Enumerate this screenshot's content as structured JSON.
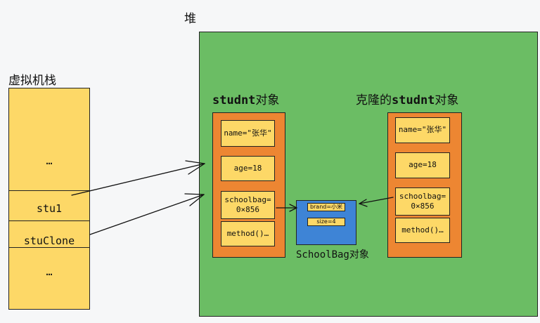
{
  "heap": {
    "title": "堆"
  },
  "stack": {
    "title": "虚拟机栈",
    "slots": [
      "…",
      "stu1",
      "stuClone",
      "…"
    ]
  },
  "student": {
    "title_code": "studnt",
    "title_suffix": "对象",
    "fields": [
      "name=\"张华\"",
      "age=18",
      "schoolbag=\n0×856",
      "method()…"
    ]
  },
  "clone": {
    "title_prefix": "克隆的",
    "title_code": "studnt",
    "title_suffix": "对象",
    "fields": [
      "name=\"张华\"",
      "age=18",
      "schoolbag=\n0×856",
      "method()…"
    ]
  },
  "schoolbag": {
    "fields": [
      "brand=小米",
      "size=4"
    ],
    "caption": "SchoolBag对象"
  }
}
